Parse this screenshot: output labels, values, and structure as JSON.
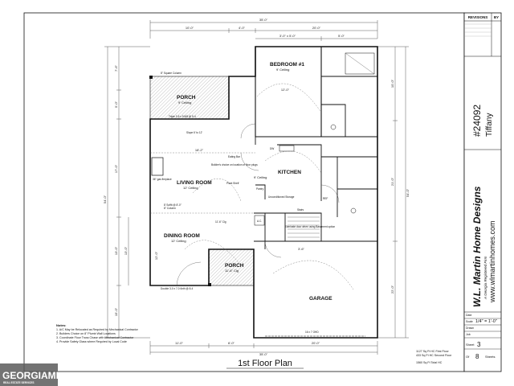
{
  "plan": {
    "title": "1st Floor Plan",
    "rooms": {
      "porch_top": {
        "name": "PORCH",
        "ceiling": "9' Ceiling"
      },
      "bedroom": {
        "name": "BEDROOM #1",
        "ceiling": "9' Ceiling"
      },
      "living": {
        "name": "LIVING ROOM",
        "ceiling": "12' Ceiling"
      },
      "kitchen": {
        "name": "KITCHEN",
        "ceiling": "9' Ceiling"
      },
      "dining": {
        "name": "DINING ROOM",
        "ceiling": "12' Ceiling"
      },
      "porch_bottom": {
        "name": "PORCH",
        "ceiling": "11'-6\" Clg"
      },
      "garage": {
        "name": "GARAGE"
      }
    },
    "annotations": {
      "square_column": "8\" Square Column",
      "triple_beam": "Triple 3-5 x 9-5/8 @ 9-4",
      "slope": "Slope 6' to 12'",
      "builder_choice": "Builder's choice on location of floor plugs",
      "eating_bar": "Eating Bar",
      "plant_shelf": "Plant Shelf",
      "pantry": "Pantry",
      "soffit": "8' Soffit @ 8'-0\"",
      "column": "8\" Column",
      "clg": "11'-6\" Clg",
      "fireplace": "36\" gas fireplace",
      "double_door": "Double 3-0 x 7-0 6nth @ 8-4",
      "garage_door": "16 x 7 OHD",
      "unconditioned_storage": "Unconditioned Storage",
      "eliminate_door": "Eliminate door when using Basement option",
      "ac": "A.C.",
      "dw": "DW",
      "ref": "REF",
      "stairs": "Stairs"
    },
    "dims": {
      "overall_top": "35'-0\"",
      "top_a": "10'-0\"",
      "top_b": "4'-0\"",
      "top_c": "20'-0\"",
      "top_d": "3'-0\" x 5'-0\"",
      "top_e": "5'-0\"",
      "overall_left": "54'-0\"",
      "overall_right": "54'-0\"",
      "bottom_a": "11'-0\"",
      "bottom_b": "6'-0\"",
      "bottom_c": "20'-0\"",
      "overall_bottom": "35'-0\"",
      "left_a": "7'-6\"",
      "left_b": "5'-0\"",
      "left_c": "17'-0\"",
      "left_d": "13'-0\"",
      "left_e": "13'-0\"",
      "left_f": "15'-0\"",
      "right_a": "10'-0\"",
      "right_b": "21'-0\"",
      "right_c": "22'-0\"",
      "bed_w": "12'-0\"",
      "living_w": "18'-2\"",
      "dining_h": "12'-0\"",
      "garage_depth": "3'-6\""
    },
    "notes": {
      "heading": "Notes:",
      "items": [
        "1. A/C May be Relocated as Required by Mechanical Contractor",
        "2. Builders Choice on 8\" Plumb Wall Locations",
        "3. Coordinate Floor Truss Chase with Mechanical Contractor",
        "4. Provide Safety Glass where Required by Local Code"
      ]
    },
    "areas": [
      "1127 Sq Ft HC First Floor",
      "433 Sq Ft HC Second Floor",
      "1560 Sq Ft Total HC"
    ]
  },
  "titleblock": {
    "revisions_label": "REVISIONS",
    "by_label": "BY",
    "plan_number": "#24092",
    "plan_name": "Tiffany",
    "firm": "W.L. Martin Home Designs",
    "firm_sub": "A Georgia Registered Firm",
    "website": "www.wlmartinhomes.com",
    "date_label": "Date",
    "scale_label": "Scale",
    "scale_value": "1/4\" = 1'-0\"",
    "drawn_label": "Drawn",
    "job_label": "Job",
    "sheet_label": "Sheet",
    "sheet_value": "3",
    "of_label": "Of",
    "of_value": "8",
    "sheets_label": "Sheets"
  },
  "watermark": {
    "line1": "GEORGIAMLS",
    "line2": "REAL ESTATE SERVICES"
  }
}
